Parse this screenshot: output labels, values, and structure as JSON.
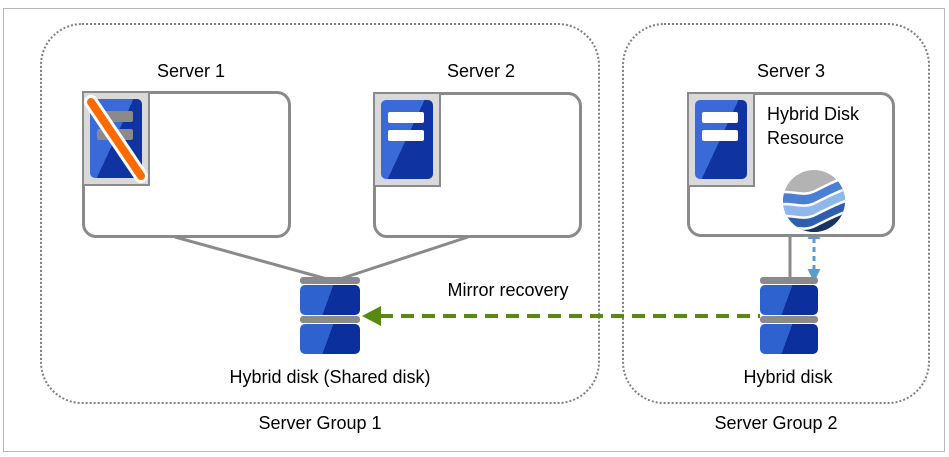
{
  "groups": [
    {
      "label": "Server Group 1",
      "servers": [
        {
          "name": "Server 1",
          "status": "failed"
        },
        {
          "name": "Server 2",
          "status": "normal"
        }
      ],
      "disk": {
        "label": "Hybrid disk (Shared disk)"
      }
    },
    {
      "label": "Server Group 2",
      "servers": [
        {
          "name": "Server 3",
          "status": "normal"
        }
      ],
      "resource": {
        "label": "Hybrid Disk Resource",
        "icon": "globe-waves-icon"
      },
      "disk": {
        "label": "Hybrid disk"
      }
    }
  ],
  "annotations": {
    "mirror_recovery_label": "Mirror recovery"
  },
  "icons": {
    "server": "server-tower-icon",
    "failed_server": "failed-server-tower-icon",
    "hybrid_disk": "disk-stack-icon",
    "hybrid_disk_resource": "globe-waves-icon",
    "mirror_recovery": "green-dashed-left-arrow-icon",
    "sync": "blue-dashed-double-arrow-icon"
  },
  "colors": {
    "server_blue_light": "#3a6ad8",
    "server_blue_dark": "#0f33a0",
    "failure_slash_orange": "#ff6a00",
    "mirror_recovery_green": "#568a12",
    "sync_arrow_blue": "#5b9bd5",
    "connector_gray": "#8a8a8a",
    "group_border_gray": "#7f7f7f"
  }
}
